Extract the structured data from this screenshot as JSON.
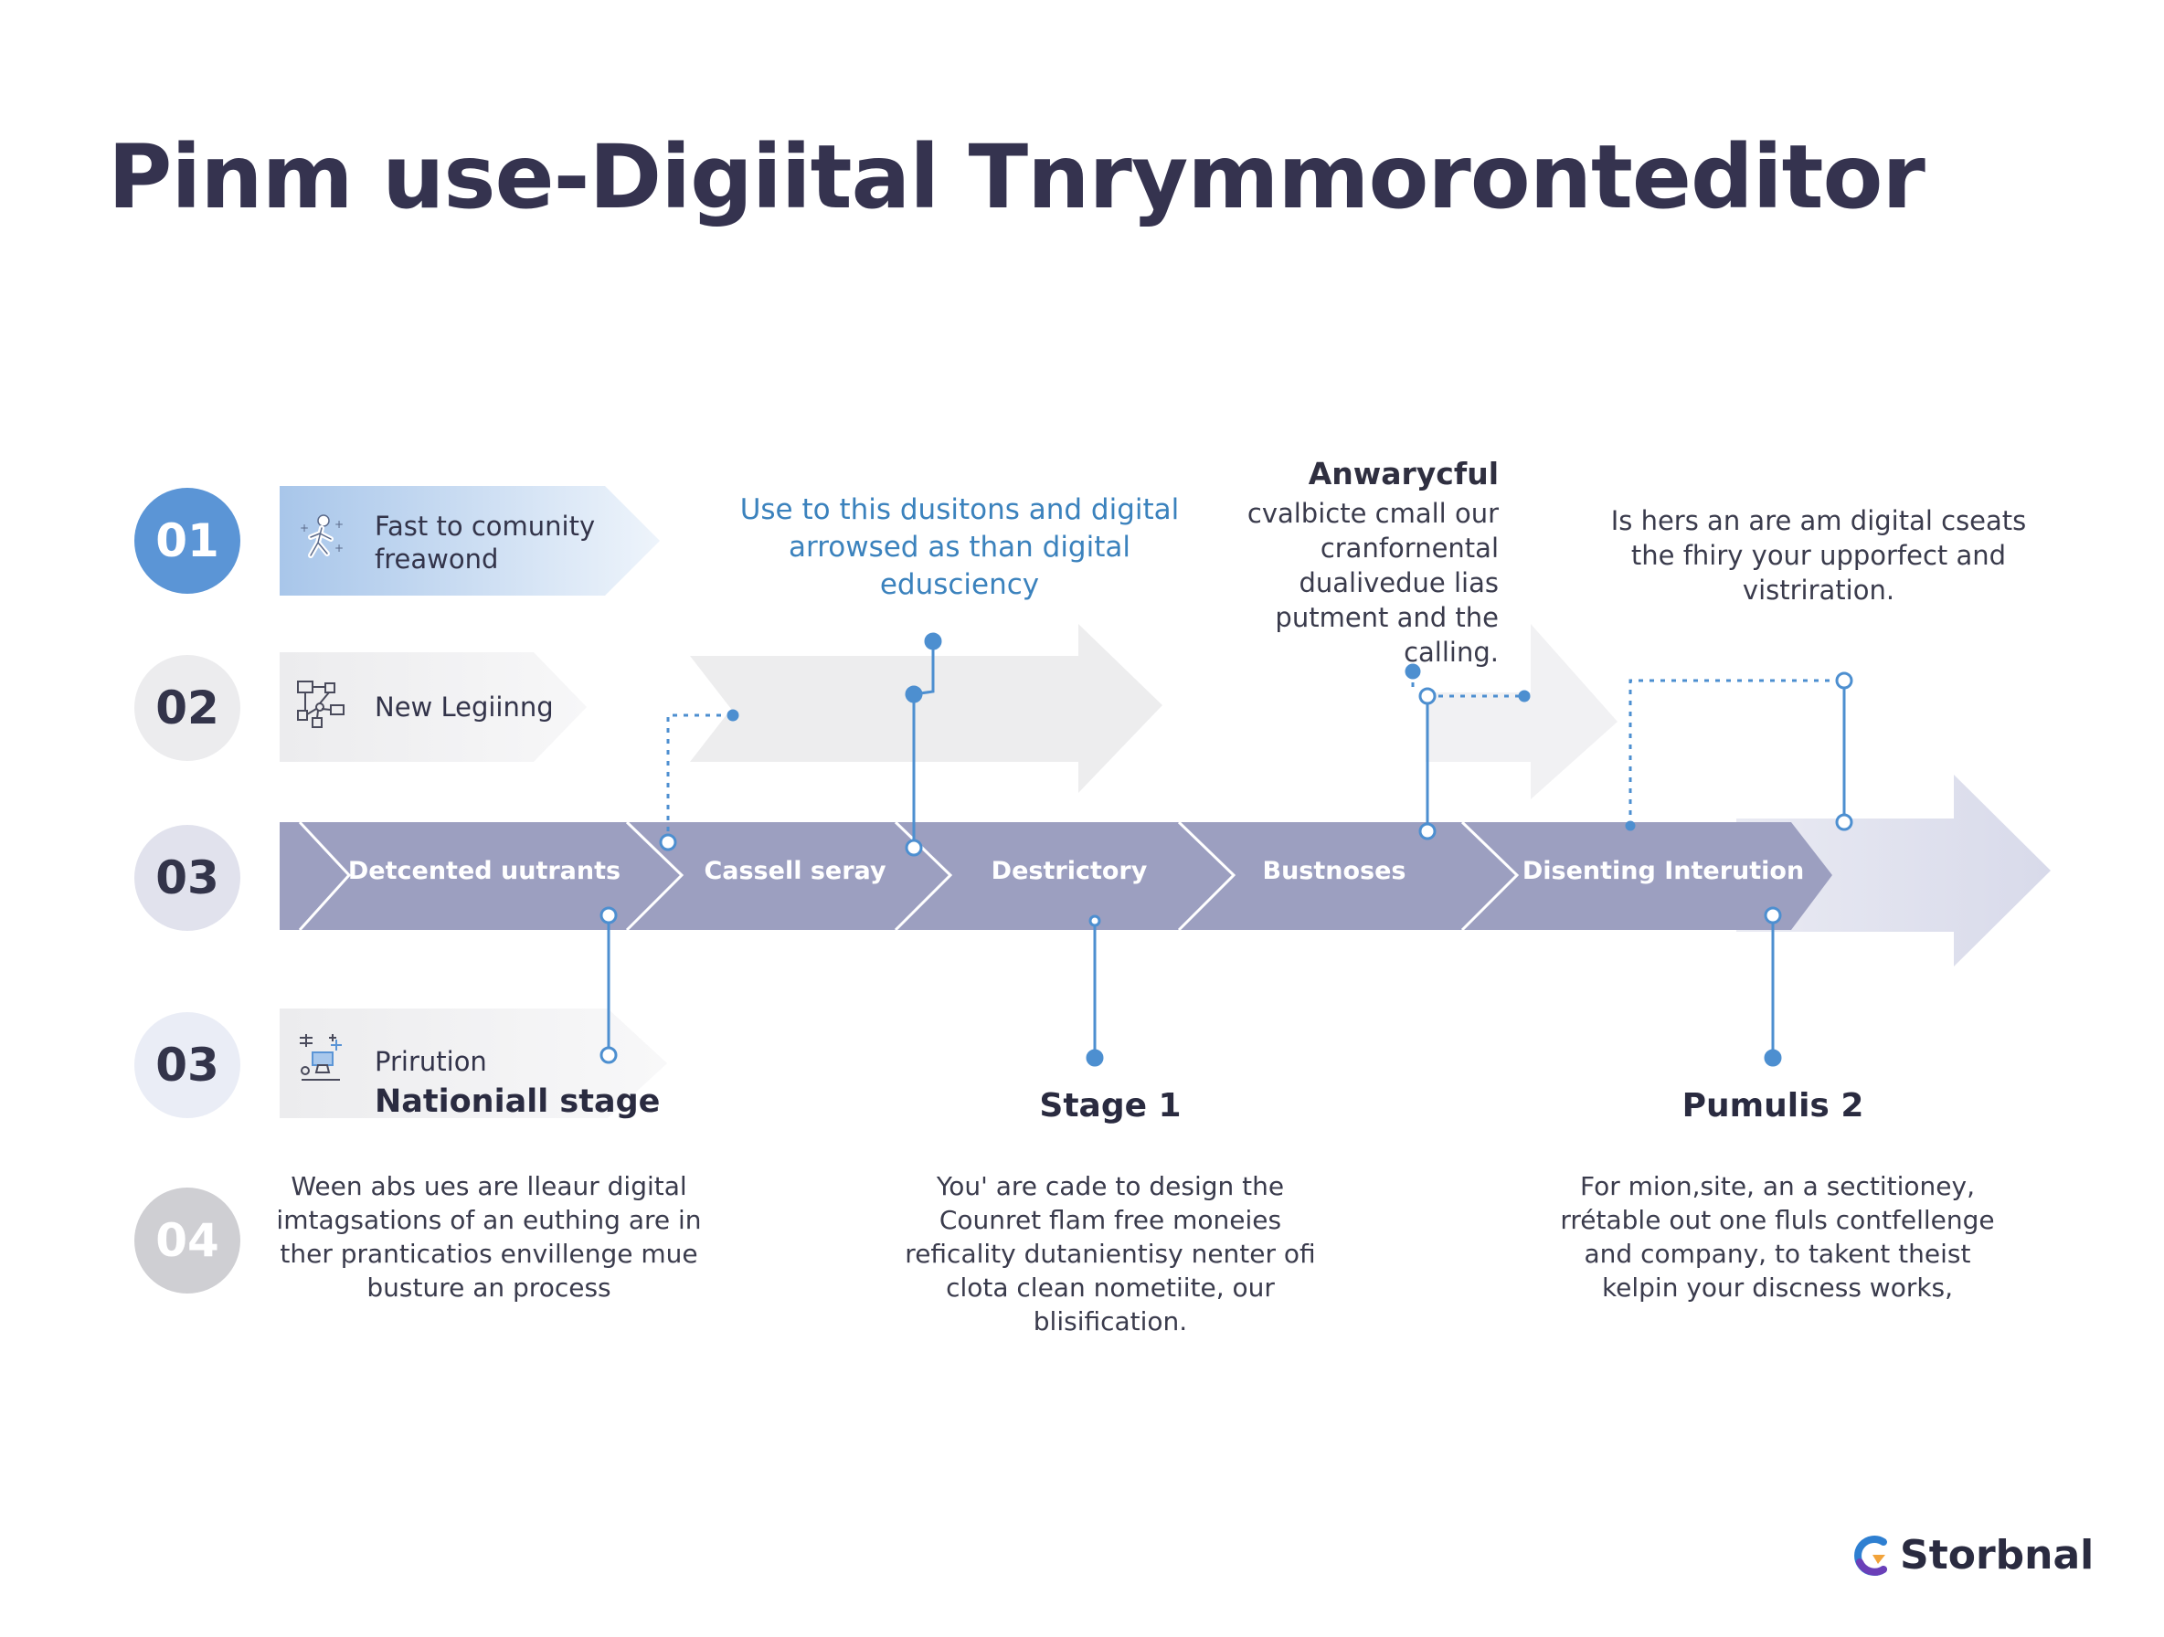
{
  "title": "Pinm use-Digiital Tnrymmoronteditor",
  "rows": [
    {
      "number": "01",
      "label": "Fast to comunity freawond",
      "icon": "person-walking-icon"
    },
    {
      "number": "02",
      "label": "New Legiinng",
      "icon": "network-nodes-icon"
    },
    {
      "number": "03"
    },
    {
      "number": "03",
      "label": "Prirution",
      "sublabel": "Nationiall stage",
      "icon": "workstation-icon"
    },
    {
      "number": "04"
    }
  ],
  "segments": [
    "Detcented uutrants",
    "Cassell seray",
    "Destrictory",
    "Bustnoses",
    "Disenting Interution"
  ],
  "callouts": {
    "top_blue": "Use to this dusitons and digital arrowsed as than digital edusciency",
    "aw_title": "Anwarycful",
    "aw_text": "cvalbicte cmall our cranfornental dualivedue lias putment and the calling.",
    "top_right": "Is hers an are am digital cseats the fhiry your upporfect and vistriration."
  },
  "headings": {
    "stage1": "Stage 1",
    "pumulis2": "Pumulis 2"
  },
  "descriptions": [
    "Ween abs ues are lleaur digital imtagsations of an euthing are in ther pranticatios envillenge mue busture an process",
    "You' are cade to design the Counret flam free moneies reficality dutanientisy nenter ofi clota clean nometiite, our blisification.",
    "For mion,site, an a sectitioney, rrétable out one fluls contfellenge and company, to takent theist kelpin your discness works,"
  ],
  "brand": {
    "name": "Storbnal",
    "icon": "brand-logo-icon"
  },
  "colors": {
    "accent_blue": "#5b95d6",
    "line_blue": "#4d8fd0",
    "main_arrow": "#9c9fc0",
    "title": "#35334f"
  }
}
